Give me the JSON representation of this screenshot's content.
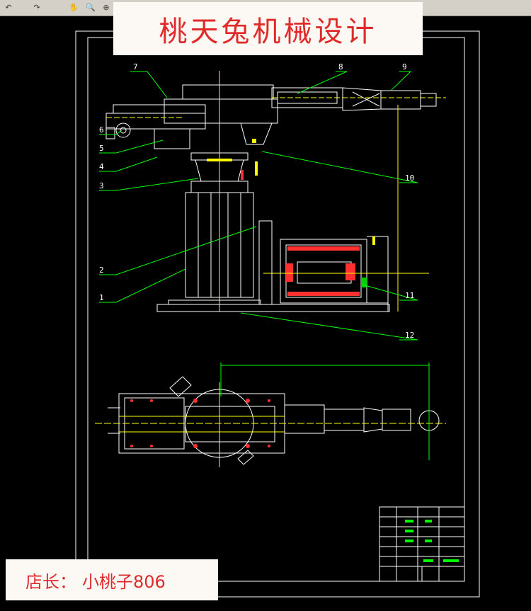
{
  "window": {
    "toolbar_icons": [
      "back-arrow-icon",
      "forward-arrow-icon",
      "pan-hand-icon",
      "zoom-icon",
      "zoom-window-icon"
    ]
  },
  "watermark": {
    "text": "桃天兔机械设计"
  },
  "shop_badge": {
    "label": "店长：",
    "name": "小桃子806"
  },
  "drawing": {
    "part_numbers": [
      "1",
      "2",
      "3",
      "4",
      "5",
      "6",
      "7",
      "8",
      "9",
      "10",
      "11",
      "12"
    ]
  },
  "colors": {
    "background": "#000000",
    "frame": "#ffffff",
    "geometry": "#ffffff",
    "centerline": "#ffff00",
    "leader": "#00ff00",
    "accent_red": "#ff3030",
    "watermark_text": "#e02a2a",
    "watermark_bg": "#fcf9f4"
  }
}
